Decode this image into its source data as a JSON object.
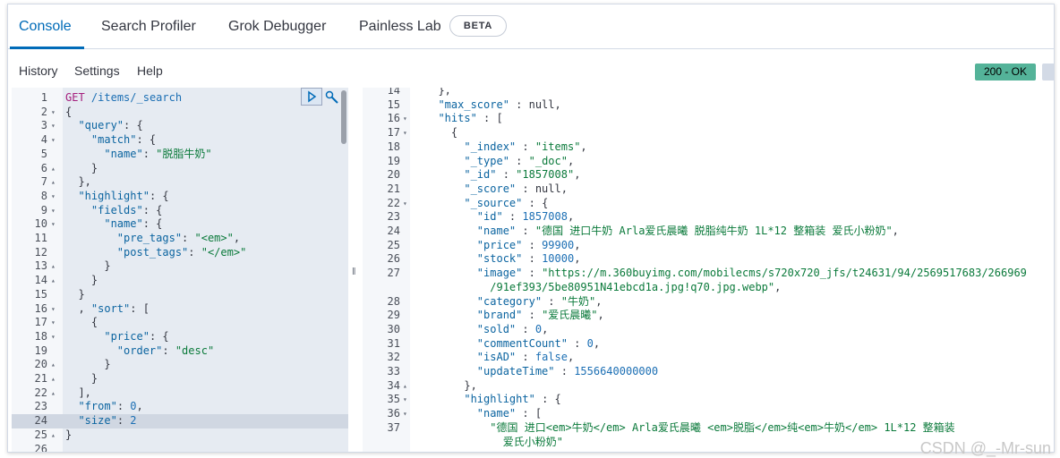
{
  "tabs": [
    {
      "label": "Console"
    },
    {
      "label": "Search Profiler"
    },
    {
      "label": "Grok Debugger"
    },
    {
      "label": "Painless Lab"
    }
  ],
  "beta_badge": "BETA",
  "menu": {
    "history": "History",
    "settings": "Settings",
    "help": "Help"
  },
  "status": {
    "label": "200 - OK",
    "color": "#54b399"
  },
  "request_lines": [
    {
      "n": "1",
      "f": "",
      "html": "<span class='m'>GET</span> <span class='n'>/items/_search</span>"
    },
    {
      "n": "2",
      "f": "▾",
      "html": "{"
    },
    {
      "n": "3",
      "f": "▾",
      "html": "  <span class='k'>\"query\"</span>: {"
    },
    {
      "n": "4",
      "f": "▾",
      "html": "    <span class='k'>\"match\"</span>: {"
    },
    {
      "n": "5",
      "f": "",
      "html": "      <span class='k'>\"name\"</span>: <span class='s'>\"脱脂牛奶\"</span>"
    },
    {
      "n": "6",
      "f": "▴",
      "html": "    }"
    },
    {
      "n": "7",
      "f": "▴",
      "html": "  },"
    },
    {
      "n": "8",
      "f": "▾",
      "html": "  <span class='k'>\"highlight\"</span>: {"
    },
    {
      "n": "9",
      "f": "▾",
      "html": "    <span class='k'>\"fields\"</span>: {"
    },
    {
      "n": "10",
      "f": "▾",
      "html": "      <span class='k'>\"name\"</span>: {"
    },
    {
      "n": "11",
      "f": "",
      "html": "        <span class='k'>\"pre_tags\"</span>: <span class='s'>\"&lt;em&gt;\"</span>,"
    },
    {
      "n": "12",
      "f": "",
      "html": "        <span class='k'>\"post_tags\"</span>: <span class='s'>\"&lt;/em&gt;\"</span>"
    },
    {
      "n": "13",
      "f": "▴",
      "html": "      }"
    },
    {
      "n": "14",
      "f": "▴",
      "html": "    }"
    },
    {
      "n": "15",
      "f": "",
      "html": "  }"
    },
    {
      "n": "16",
      "f": "▾",
      "html": "  , <span class='k'>\"sort\"</span>: ["
    },
    {
      "n": "17",
      "f": "▾",
      "html": "    {"
    },
    {
      "n": "18",
      "f": "▾",
      "html": "      <span class='k'>\"price\"</span>: {"
    },
    {
      "n": "19",
      "f": "",
      "html": "        <span class='k'>\"order\"</span>: <span class='s'>\"desc\"</span>"
    },
    {
      "n": "20",
      "f": "▴",
      "html": "      }"
    },
    {
      "n": "21",
      "f": "▴",
      "html": "    }"
    },
    {
      "n": "22",
      "f": "▴",
      "html": "  ],"
    },
    {
      "n": "23",
      "f": "",
      "html": "  <span class='k'>\"from\"</span>: <span class='b'>0</span>,"
    },
    {
      "n": "24",
      "f": "",
      "html": "  <span class='k'>\"size\"</span>: <span class='b'>2</span>",
      "hl": true
    },
    {
      "n": "25",
      "f": "▴",
      "html": "}"
    },
    {
      "n": "26",
      "f": "",
      "html": ""
    }
  ],
  "response_lines": [
    {
      "n": "14",
      "f": "",
      "html": "  },"
    },
    {
      "n": "15",
      "f": "",
      "html": "  <span class='k'>\"max_score\"</span> : null,"
    },
    {
      "n": "16",
      "f": "▾",
      "html": "  <span class='k'>\"hits\"</span> : ["
    },
    {
      "n": "17",
      "f": "▾",
      "html": "    {"
    },
    {
      "n": "18",
      "f": "",
      "html": "      <span class='k'>\"_index\"</span> : <span class='s'>\"items\"</span>,"
    },
    {
      "n": "19",
      "f": "",
      "html": "      <span class='k'>\"_type\"</span> : <span class='s'>\"_doc\"</span>,"
    },
    {
      "n": "20",
      "f": "",
      "html": "      <span class='k'>\"_id\"</span> : <span class='s'>\"1857008\"</span>,"
    },
    {
      "n": "21",
      "f": "",
      "html": "      <span class='k'>\"_score\"</span> : null,"
    },
    {
      "n": "22",
      "f": "▾",
      "html": "      <span class='k'>\"_source\"</span> : {"
    },
    {
      "n": "23",
      "f": "",
      "html": "        <span class='k'>\"id\"</span> : <span class='b'>1857008</span>,"
    },
    {
      "n": "24",
      "f": "",
      "html": "        <span class='k'>\"name\"</span> : <span class='s'>\"德国 进口牛奶 Arla爱氏晨曦 脱脂纯牛奶 1L*12 整箱装 爱氏小粉奶\"</span>,"
    },
    {
      "n": "25",
      "f": "",
      "html": "        <span class='k'>\"price\"</span> : <span class='b'>99900</span>,"
    },
    {
      "n": "26",
      "f": "",
      "html": "        <span class='k'>\"stock\"</span> : <span class='b'>10000</span>,"
    },
    {
      "n": "27",
      "f": "",
      "html": "        <span class='k'>\"image\"</span> : <span class='s'>\"https://m.360buyimg.com/mobilecms/s720x720_jfs/t24631/94/2569517683/266969</span>"
    },
    {
      "n": "",
      "f": "",
      "html": "<span class='s'>          /91ef393/5be80951N41ebcd1a.jpg!q70.jpg.webp\"</span>,"
    },
    {
      "n": "28",
      "f": "",
      "html": "        <span class='k'>\"category\"</span> : <span class='s'>\"牛奶\"</span>,"
    },
    {
      "n": "29",
      "f": "",
      "html": "        <span class='k'>\"brand\"</span> : <span class='s'>\"爱氏晨曦\"</span>,"
    },
    {
      "n": "30",
      "f": "",
      "html": "        <span class='k'>\"sold\"</span> : <span class='b'>0</span>,"
    },
    {
      "n": "31",
      "f": "",
      "html": "        <span class='k'>\"commentCount\"</span> : <span class='b'>0</span>,"
    },
    {
      "n": "32",
      "f": "",
      "html": "        <span class='k'>\"isAD\"</span> : <span class='b'>false</span>,"
    },
    {
      "n": "33",
      "f": "",
      "html": "        <span class='k'>\"updateTime\"</span> : <span class='b'>1556640000000</span>"
    },
    {
      "n": "34",
      "f": "▴",
      "html": "      },"
    },
    {
      "n": "35",
      "f": "▾",
      "html": "      <span class='k'>\"highlight\"</span> : {"
    },
    {
      "n": "36",
      "f": "▾",
      "html": "        <span class='k'>\"name\"</span> : ["
    },
    {
      "n": "37",
      "f": "",
      "html": "          <span class='s'>\"德国 进口&lt;em&gt;牛奶&lt;/em&gt; Arla爱氏晨曦 &lt;em&gt;脱脂&lt;/em&gt;纯&lt;em&gt;牛奶&lt;/em&gt; 1L*12 整箱装</span>"
    },
    {
      "n": "",
      "f": "",
      "html": "<span class='s'>            爱氏小粉奶\"</span>"
    }
  ],
  "watermark": "CSDN @_-Mr-sun"
}
